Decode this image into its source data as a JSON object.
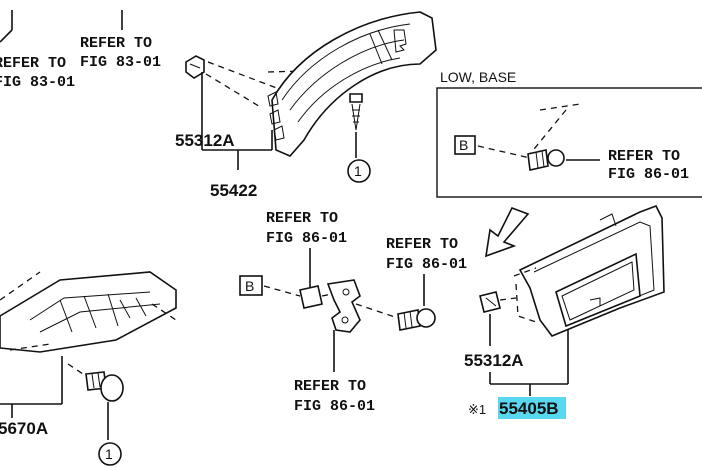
{
  "labels": {
    "refer_83_left": [
      "REFER TO",
      "FIG 83-01"
    ],
    "refer_83_right": [
      "REFER TO",
      "FIG 83-01"
    ],
    "refer_86_inset": [
      "REFER TO",
      "FIG 86-01"
    ],
    "refer_86_mid_top": [
      "REFER TO",
      "FIG 86-01"
    ],
    "refer_86_mid_right": [
      "REFER TO",
      "FIG 86-01"
    ],
    "refer_86_bottom": [
      "REFER TO",
      "FIG 86-01"
    ]
  },
  "parts": {
    "p55312a_top": "55312A",
    "p55422": "55422",
    "p55312a_bottom": "55312A",
    "p55405b": "55405B",
    "p55670a": "5670A"
  },
  "callouts": {
    "top": "1",
    "bottom": "1"
  },
  "markers": {
    "b_inset": "B",
    "b_mid": "B"
  },
  "inset": {
    "title": "LOW, BASE"
  },
  "note_prefix": "※1",
  "colors": {
    "highlight": "#5ad7f0",
    "line": "#111111"
  }
}
